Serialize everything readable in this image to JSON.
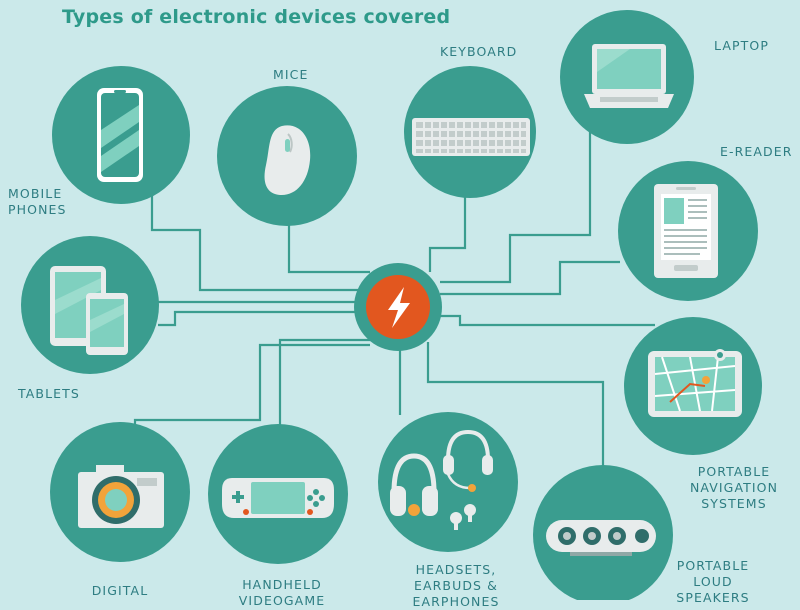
{
  "title": "Types of electronic devices covered",
  "colors": {
    "background": "#cbe9ea",
    "circle": "#3a9d8f",
    "line": "#3a9d8f",
    "hub": "#e2571f",
    "device_light": "#e8ecec",
    "device_accent": "#7fd0bf",
    "label": "#2e7d82"
  },
  "hub": {
    "icon": "lightning-bolt-icon"
  },
  "devices": [
    {
      "id": "mobile-phones",
      "label_lines": [
        "MOBILE",
        "PHONES"
      ],
      "icon": "mobile-phone-icon"
    },
    {
      "id": "mice",
      "label_lines": [
        "MICE"
      ],
      "icon": "mouse-icon"
    },
    {
      "id": "keyboard",
      "label_lines": [
        "KEYBOARD"
      ],
      "icon": "keyboard-icon"
    },
    {
      "id": "laptop",
      "label_lines": [
        "LAPTOP"
      ],
      "icon": "laptop-icon"
    },
    {
      "id": "e-reader",
      "label_lines": [
        "E-READER"
      ],
      "icon": "e-reader-icon"
    },
    {
      "id": "tablets",
      "label_lines": [
        "TABLETS"
      ],
      "icon": "tablets-icon"
    },
    {
      "id": "navigation",
      "label_lines": [
        "PORTABLE",
        "NAVIGATION",
        "SYSTEMS"
      ],
      "icon": "navigation-icon"
    },
    {
      "id": "camera",
      "label_lines": [
        "DIGITAL"
      ],
      "icon": "camera-icon"
    },
    {
      "id": "videogame",
      "label_lines": [
        "HANDHELD",
        "VIDEOGAME"
      ],
      "icon": "game-console-icon"
    },
    {
      "id": "headsets",
      "label_lines": [
        "HEADSETS,",
        "EARBUDS &",
        "EARPHONES"
      ],
      "icon": "headset-icon"
    },
    {
      "id": "speakers",
      "label_lines": [
        "PORTABLE",
        "LOUD",
        "SPEAKERS"
      ],
      "icon": "speaker-icon"
    }
  ]
}
